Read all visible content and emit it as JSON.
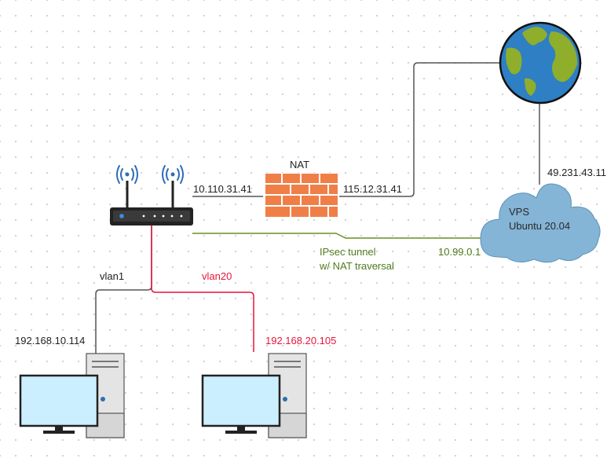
{
  "labels": {
    "nat": "NAT",
    "router_wan_ip": "10.110.31.41",
    "firewall_out_ip": "115.12.31.41",
    "vps_public_ip": "49.231.43.11",
    "vps_name": "VPS",
    "vps_os": "Ubuntu 20.04",
    "tunnel_line1": "IPsec tunnel",
    "tunnel_line2": "w/ NAT traversal",
    "tunnel_ip": "10.99.0.1",
    "vlan1": "vlan1",
    "vlan20": "vlan20",
    "pc1_ip": "192.168.10.114",
    "pc2_ip": "192.168.20.105"
  },
  "colors": {
    "link": "#555555",
    "vlan20": "#e8143c",
    "tunnel": "#6b8e23",
    "brick": "#f07f47",
    "cloud": "#84b4d6",
    "ocean": "#2e7fc4",
    "land": "#8fae2c",
    "monitor": "#ccefff",
    "wifi": "#2f6db5"
  },
  "icons": [
    "router-icon",
    "firewall-icon",
    "globe-icon",
    "cloud-icon",
    "computer-icon"
  ]
}
